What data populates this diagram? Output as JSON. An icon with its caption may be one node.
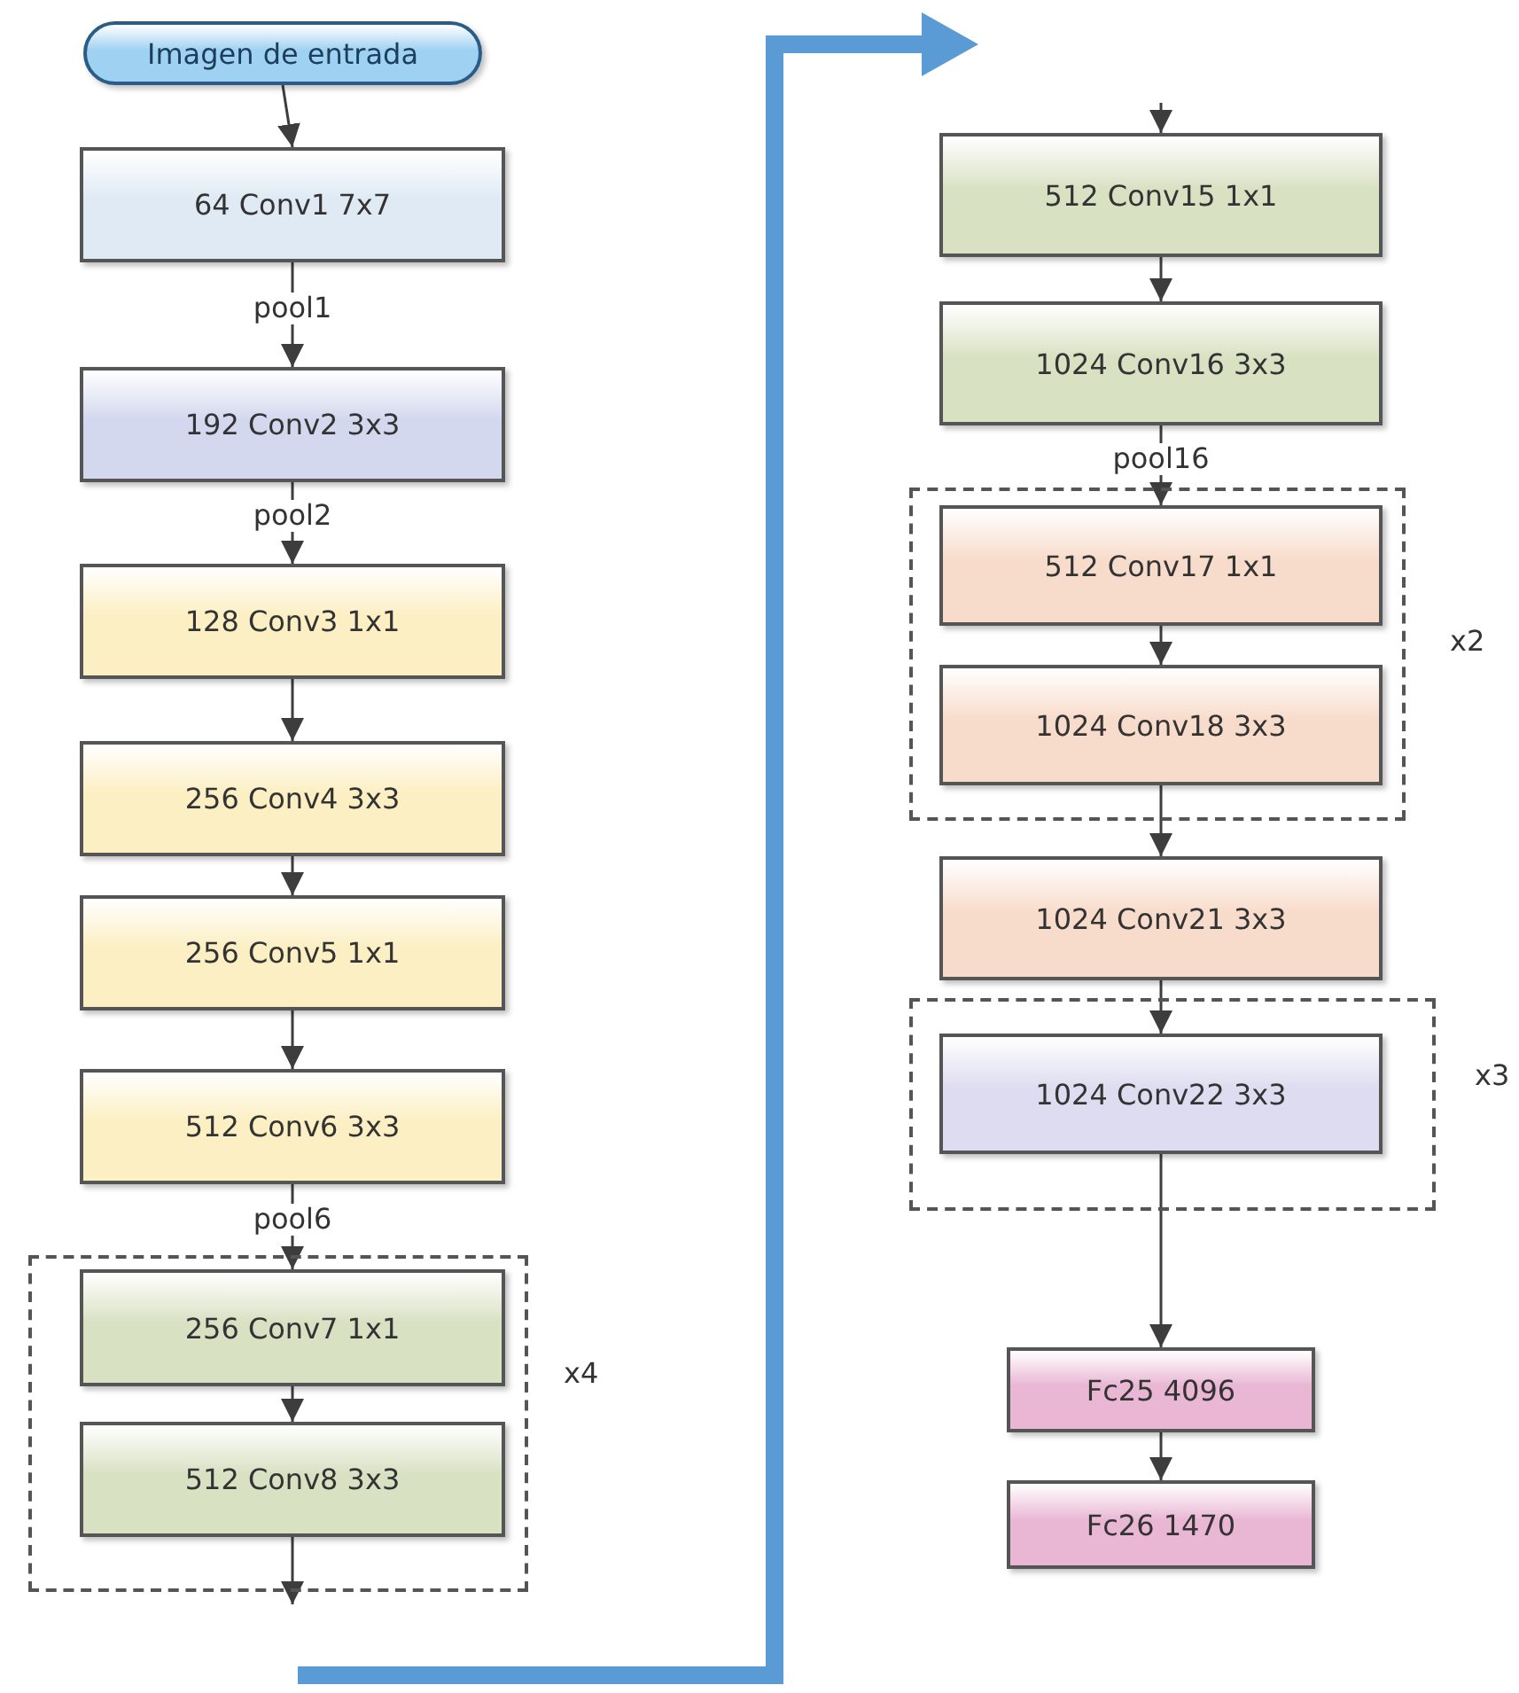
{
  "diagram": {
    "nodes": [
      {
        "text": [
          "Imagen de entrada"
        ]
      },
      {
        "text": [
          "64 Conv1 7x7"
        ]
      },
      {
        "text": [
          "192 Conv2 3x3"
        ]
      },
      {
        "text": [
          "128 Conv3 1x1"
        ]
      },
      {
        "text": [
          "256 Conv4 3x3"
        ]
      },
      {
        "text": [
          "256 Conv5 1x1"
        ]
      },
      {
        "text": [
          "512 Conv6 3x3"
        ]
      },
      {
        "text": [],
        "shape": "box",
        "beside": [
          "x4"
        ]
      },
      {
        "text": [
          "256 Conv7 1x1"
        ],
        "in": 7
      },
      {
        "text": [
          "512 Conv8 3x3"
        ],
        "in": 7
      },
      {
        "text": [
          "512 Conv15 1x1"
        ]
      },
      {
        "text": [
          "1024 Conv16 3x3"
        ]
      },
      {
        "text": [],
        "shape": "box",
        "beside": [
          "x2"
        ]
      },
      {
        "text": [
          "512 Conv17 1x1"
        ],
        "in": 12
      },
      {
        "text": [
          "1024 Conv18 3x3"
        ],
        "in": 12
      },
      {
        "text": [
          "1024 Conv21 3x3"
        ]
      },
      {
        "text": [],
        "shape": "box",
        "beside": [
          "x3"
        ]
      },
      {
        "text": [
          "1024 Conv22 3x3"
        ],
        "in": 16
      },
      {
        "text": [
          "Fc25 4096"
        ]
      },
      {
        "text": [
          "Fc26 1470"
        ]
      }
    ],
    "edges": [
      {
        "from": 0,
        "to": 1,
        "arrow": "to"
      },
      {
        "from": 1,
        "to": 2,
        "arrow": "to",
        "label": "pool1"
      },
      {
        "from": 2,
        "to": 3,
        "arrow": "to",
        "label": "pool2"
      },
      {
        "from": 3,
        "to": 4,
        "arrow": "to"
      },
      {
        "from": 4,
        "to": 5,
        "arrow": "to"
      },
      {
        "from": 5,
        "to": 6,
        "arrow": "to"
      },
      {
        "from": 6,
        "to": 8,
        "arrow": "to",
        "label": "pool6"
      },
      {
        "from": 8,
        "to": 9,
        "arrow": "to"
      },
      {
        "from": 9,
        "to": null,
        "arrow": "to"
      },
      {
        "from": null,
        "to": 10,
        "arrow": "to"
      },
      {
        "from": 10,
        "to": 11,
        "arrow": "to"
      },
      {
        "from": 11,
        "to": 13,
        "arrow": "to",
        "label": "pool16"
      },
      {
        "from": 13,
        "to": 14,
        "arrow": "to"
      },
      {
        "from": 14,
        "to": 15,
        "arrow": "to"
      },
      {
        "from": 15,
        "to": 17,
        "arrow": "to"
      },
      {
        "from": 17,
        "to": 18,
        "arrow": "to"
      },
      {
        "from": 18,
        "to": 19,
        "arrow": "to"
      }
    ]
  }
}
